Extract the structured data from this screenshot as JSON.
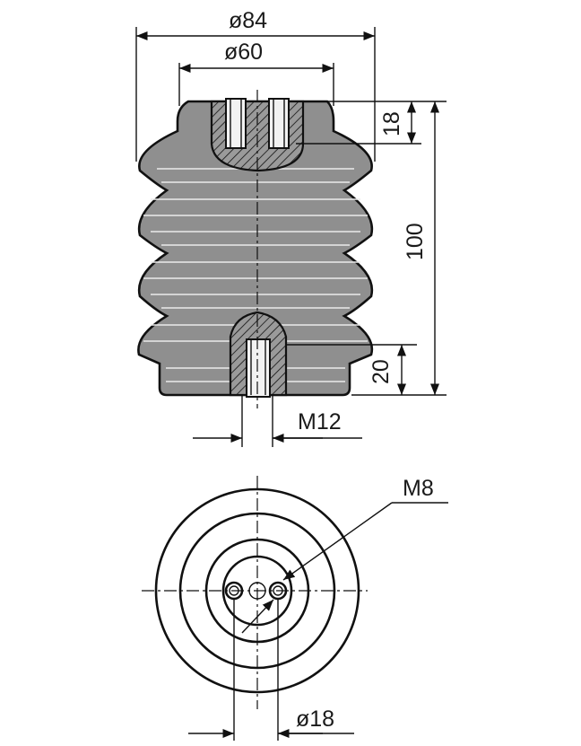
{
  "labels": {
    "d84": "ø84",
    "d60": "ø60",
    "h18": "18",
    "h100": "100",
    "h20": "20",
    "m12": "M12",
    "m8": "M8",
    "d18": "ø18"
  },
  "colors": {
    "ceramic": "#8f8f8f",
    "line": "#111111",
    "background": "#ffffff"
  }
}
